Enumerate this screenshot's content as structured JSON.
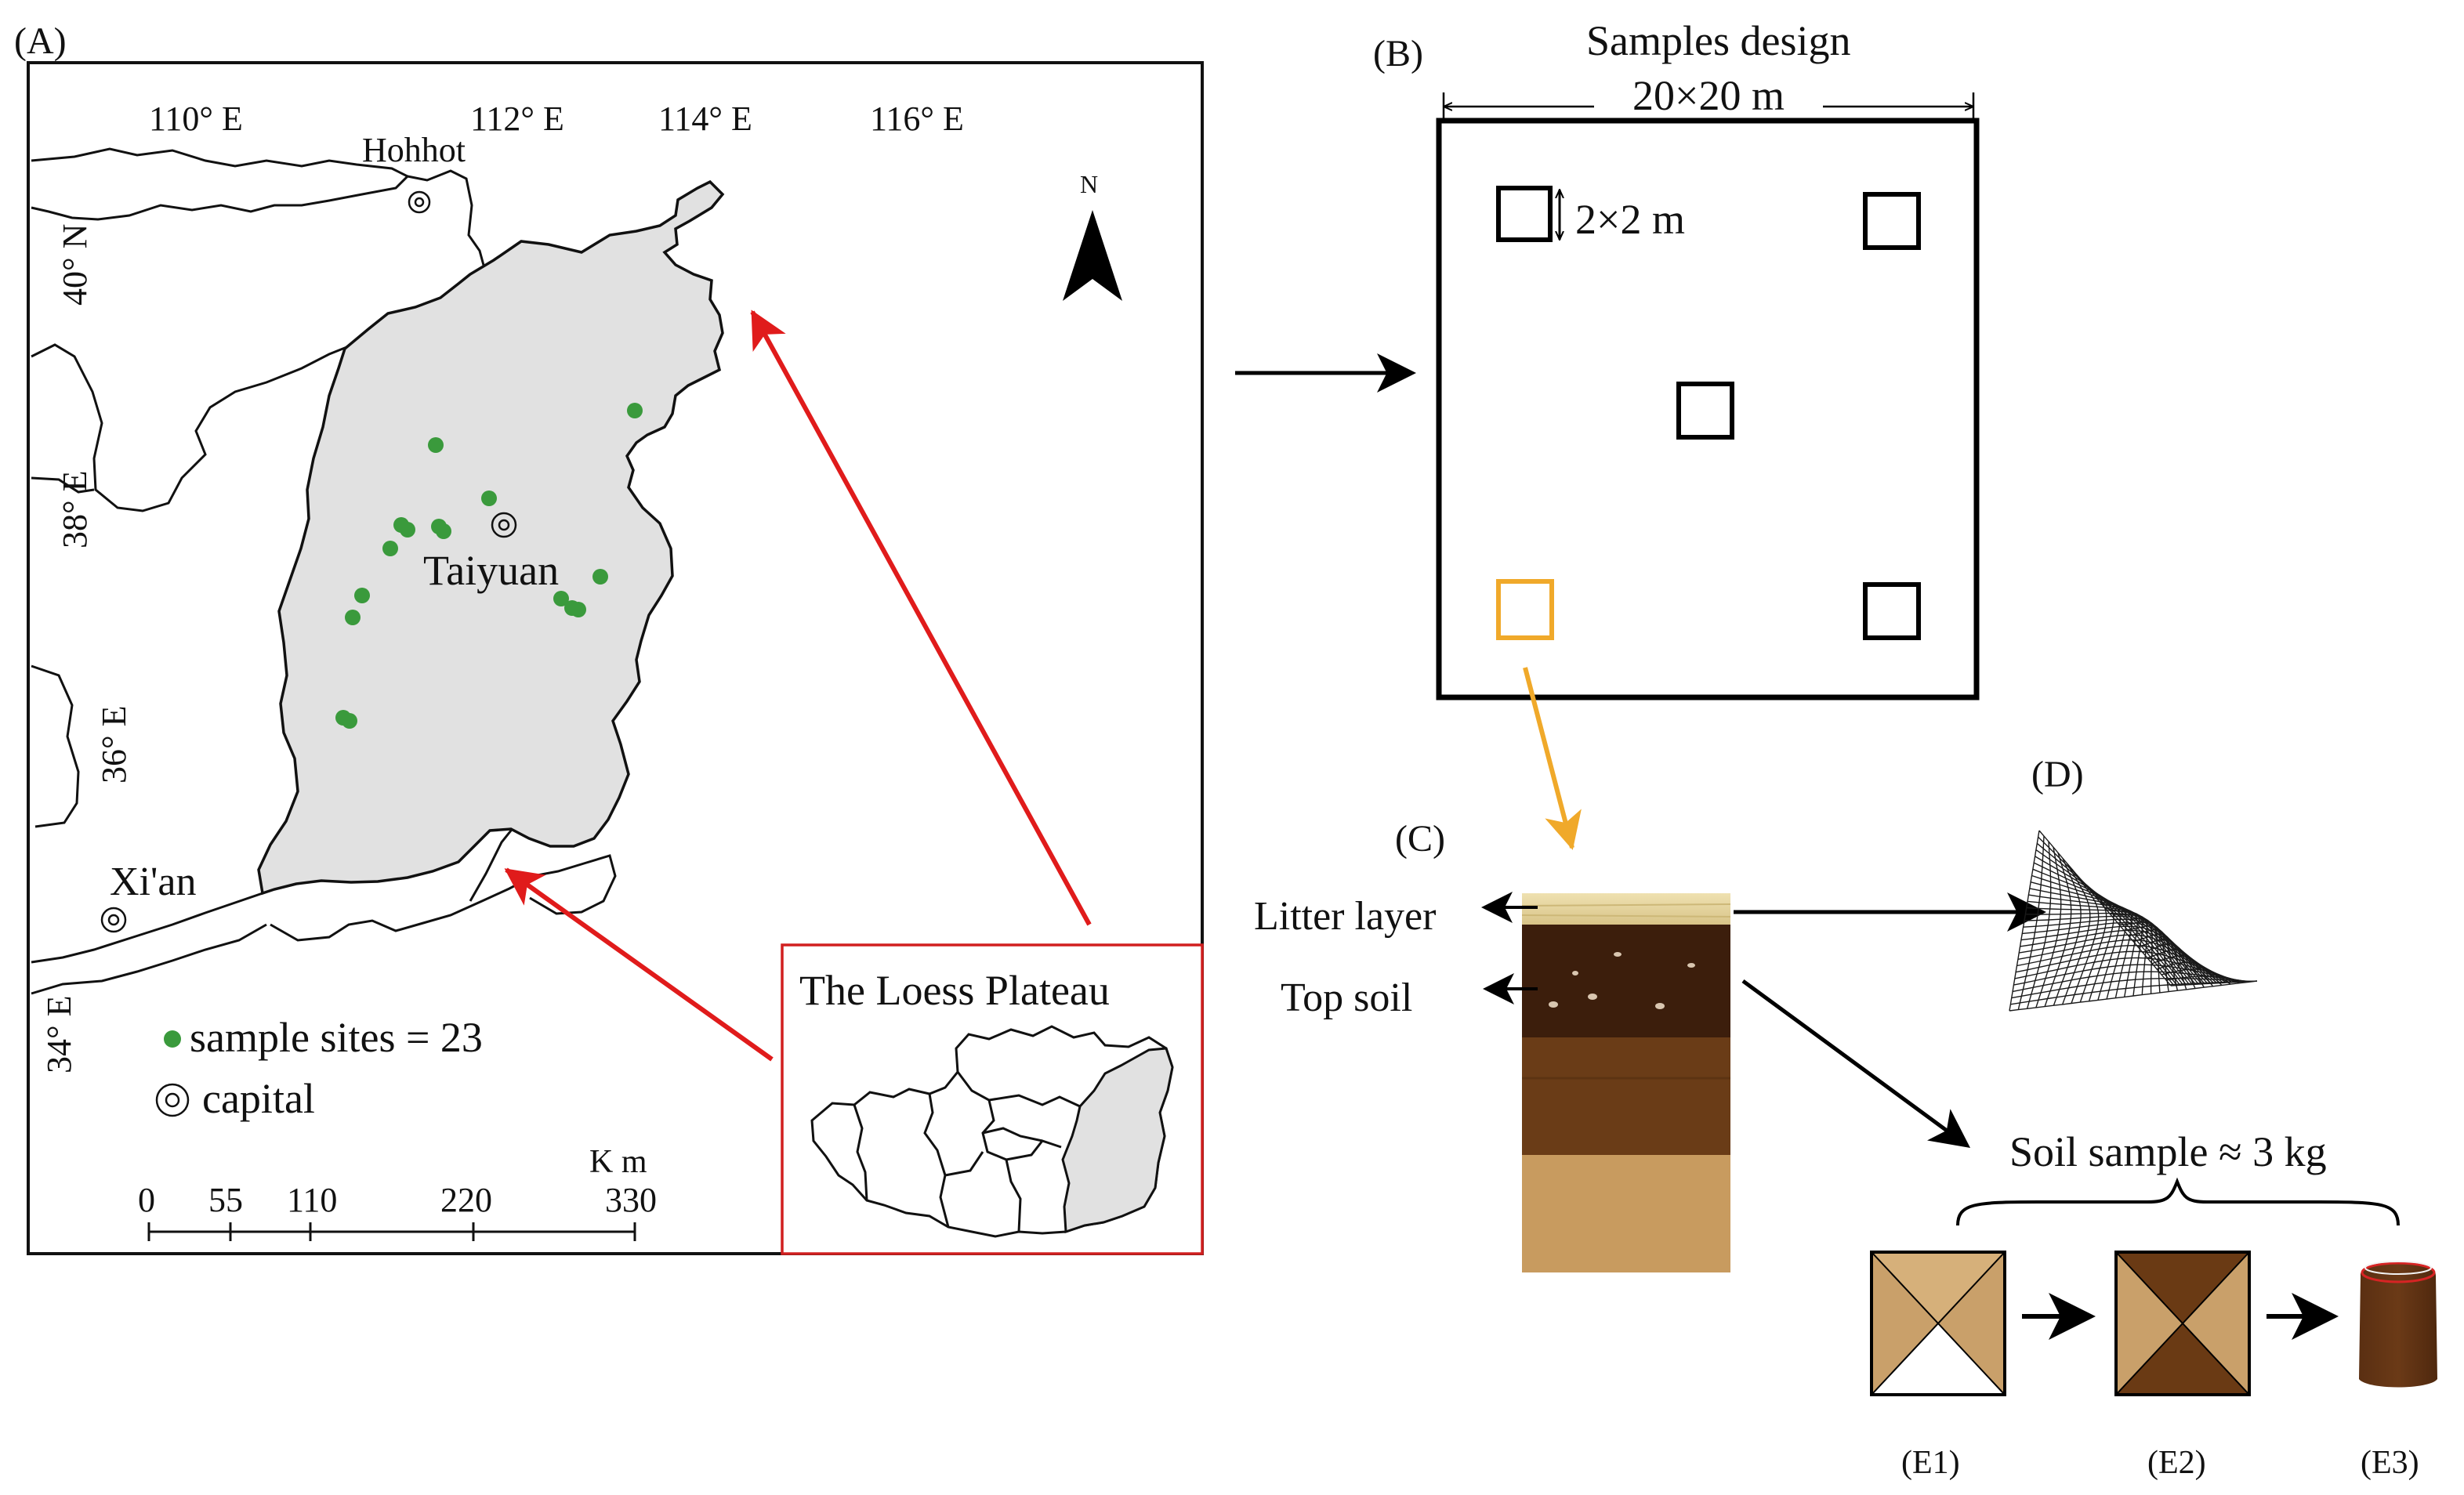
{
  "panel_labels": {
    "a": "(A)",
    "b": "(B)",
    "c": "(C)",
    "d": "(D)",
    "e1": "(E1)",
    "e2": "(E2)",
    "e3": "(E3)"
  },
  "map": {
    "lon_labels": [
      "110° E",
      "112° E",
      "114° E",
      "116° E"
    ],
    "lat_labels": [
      "40° N",
      "38° E",
      "36° E",
      "34° E"
    ],
    "cities": {
      "hohhot": "Hohhot",
      "taiyuan": "Taiyuan",
      "xian": "Xi'an"
    },
    "north": "N",
    "legend": {
      "sites": "sample sites = 23",
      "capital": "capital"
    },
    "scale": {
      "unit": "K m",
      "ticks": [
        "0",
        "55",
        "110",
        "220",
        "330"
      ]
    },
    "inset_title": "The Loess Plateau",
    "site_color": "#3a9a3c",
    "region_fill": "#e1e1e1",
    "arrow_color": "#e01b1b"
  },
  "sampling": {
    "title": "Samples design",
    "plot_size": "20×20 m",
    "quadrat_size": "2×2 m",
    "highlight_color": "#f0a92a"
  },
  "profile": {
    "litter": "Litter layer",
    "topsoil": "Top soil"
  },
  "soil_sample": "Soil sample ≈ 3 kg"
}
